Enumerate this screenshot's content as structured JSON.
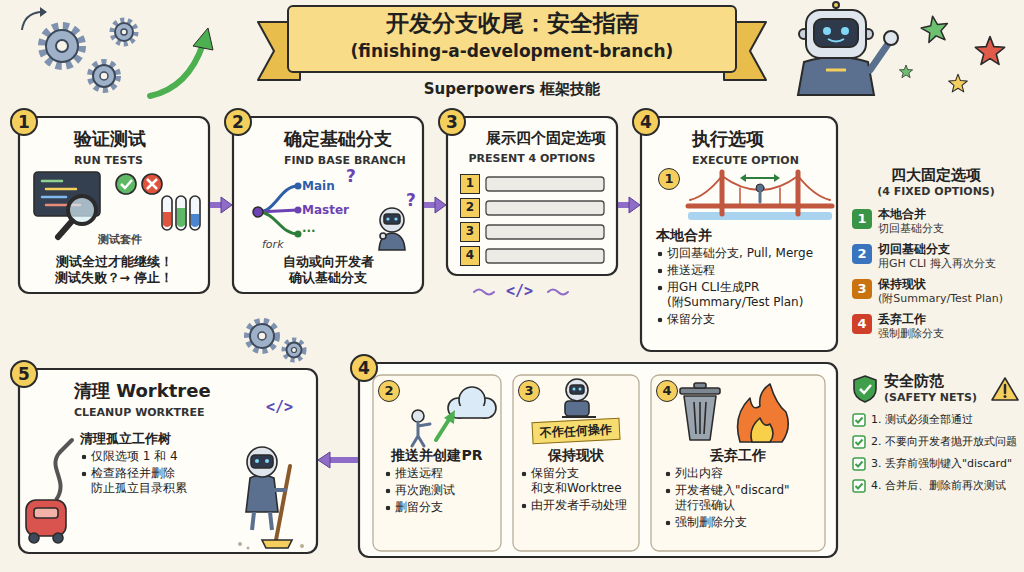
{
  "diagram": {
    "title": "开发分支收尾：安全指南",
    "nodes": [
      {
        "text": [
          "1",
          "验证测试",
          "RUN TESTS",
          "测试全过才能继续！ 测试失败？→ 停止！"
        ]
      },
      {
        "text": [
          "2",
          "确定基础分支",
          "FIND BASE BRANCH",
          "自动或向开发者 确认基础分支"
        ]
      },
      {
        "text": [
          "3",
          "展示四个固定选项",
          "PRESENT 4 OPTIONS"
        ]
      },
      {
        "text": [
          "1"
        ],
        "in": 2
      },
      {
        "text": [
          "2"
        ],
        "in": 2
      },
      {
        "text": [
          "3"
        ],
        "in": 2
      },
      {
        "text": [
          "4"
        ],
        "in": 2
      },
      {
        "text": [
          "4",
          "执行选项",
          "EXECUTE OPTION",
          "1",
          "本地合并",
          "切回基础分支, Pull, Merge",
          "推送远程",
          "用GH CLI生成PR (附Summary/Test Plan)",
          "保留分支"
        ]
      },
      {
        "text": [
          "4"
        ]
      },
      {
        "text": [
          "2",
          "推送并创建PR",
          "推送远程",
          "再次跑测试",
          "删留分支"
        ],
        "in": 8
      },
      {
        "text": [
          "3",
          "不作任何操作",
          "保持现状",
          "保留分支 和支和Worktree",
          "由开发者手动处理"
        ],
        "in": 8
      },
      {
        "text": [
          "4",
          "丢弃工作",
          "列出内容",
          "开发者键入\"discard\" 进行强确认",
          "强制删除分支"
        ],
        "in": 8
      },
      {
        "text": [
          "5",
          "清理 Worktree",
          "CLEANUP WORKTREE",
          "清理孤立工作树",
          "仅限选项 1 和 4",
          "检查路径并删除 防止孤立目录积累"
        ]
      }
    ],
    "edges": [
      {
        "from": 0,
        "to": 1,
        "arrow": "to"
      },
      {
        "from": 1,
        "to": 2,
        "arrow": "to"
      },
      {
        "from": 2,
        "to": 7,
        "arrow": "to"
      },
      {
        "from": 8,
        "to": 12,
        "arrow": "to"
      }
    ],
    "labels": [
      "(finishing-a-development-branch)",
      "Superpowers 框架技能",
      "测试套件",
      "Main",
      "Master",
      "...",
      "fork",
      "?",
      "?",
      "</>",
      "</>",
      "四大固定选项",
      "(4 FIXED OPTIONS)",
      "1",
      "本地合并",
      "切回基础分支",
      "2",
      "切回基础分支",
      "用GH CLI 拇入再次分支",
      "3",
      "保持现状",
      "(附Summary/Test Plan)",
      "4",
      "丢弃工作",
      "强制删除分支",
      "安全防范",
      "(SAFETY NETS)",
      "1. 测试必须全部通过",
      "2. 不要向开发者抛开放式问题",
      "3. 丢弃前强制键入\"discard\"",
      "4. 合并后、删除前再次测试"
    ]
  }
}
